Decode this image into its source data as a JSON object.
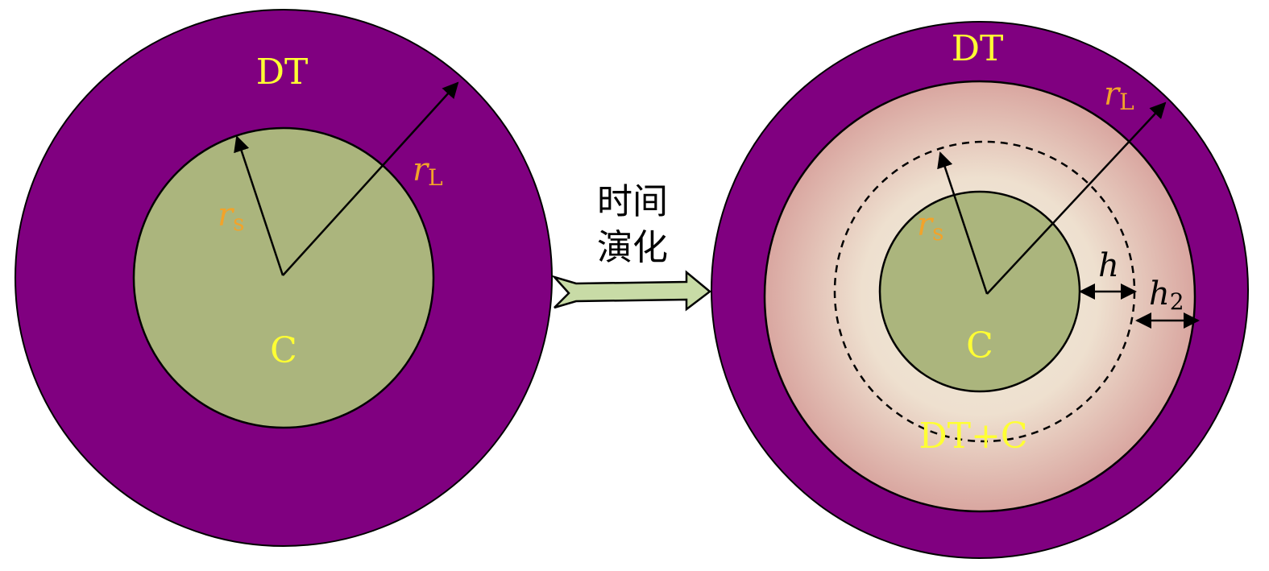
{
  "colors": {
    "dt_purple": "#800080",
    "c_green": "#abb57d",
    "mix_center": "#f0e8d8",
    "mix_edge": "#d9a6a0",
    "label_yellow": "#ffff33",
    "radius_label_orange": "#f2a32a",
    "arrow_fill": "#c8dba6",
    "outline": "#000000"
  },
  "left_diagram": {
    "outer_label": "DT",
    "inner_label": "C",
    "radius_small": {
      "var": "r",
      "sub": "s"
    },
    "radius_large": {
      "var": "r",
      "sub": "L"
    }
  },
  "middle": {
    "label_line1": "时间",
    "label_line2": "演化"
  },
  "right_diagram": {
    "outer_label": "DT",
    "inner_label": "C",
    "mix_label": "DT+C",
    "radius_small": {
      "var": "r",
      "sub": "s"
    },
    "radius_large": {
      "var": "r",
      "sub": "L"
    },
    "h_label": "h",
    "h2_label": {
      "var": "h",
      "sub": "2"
    }
  }
}
